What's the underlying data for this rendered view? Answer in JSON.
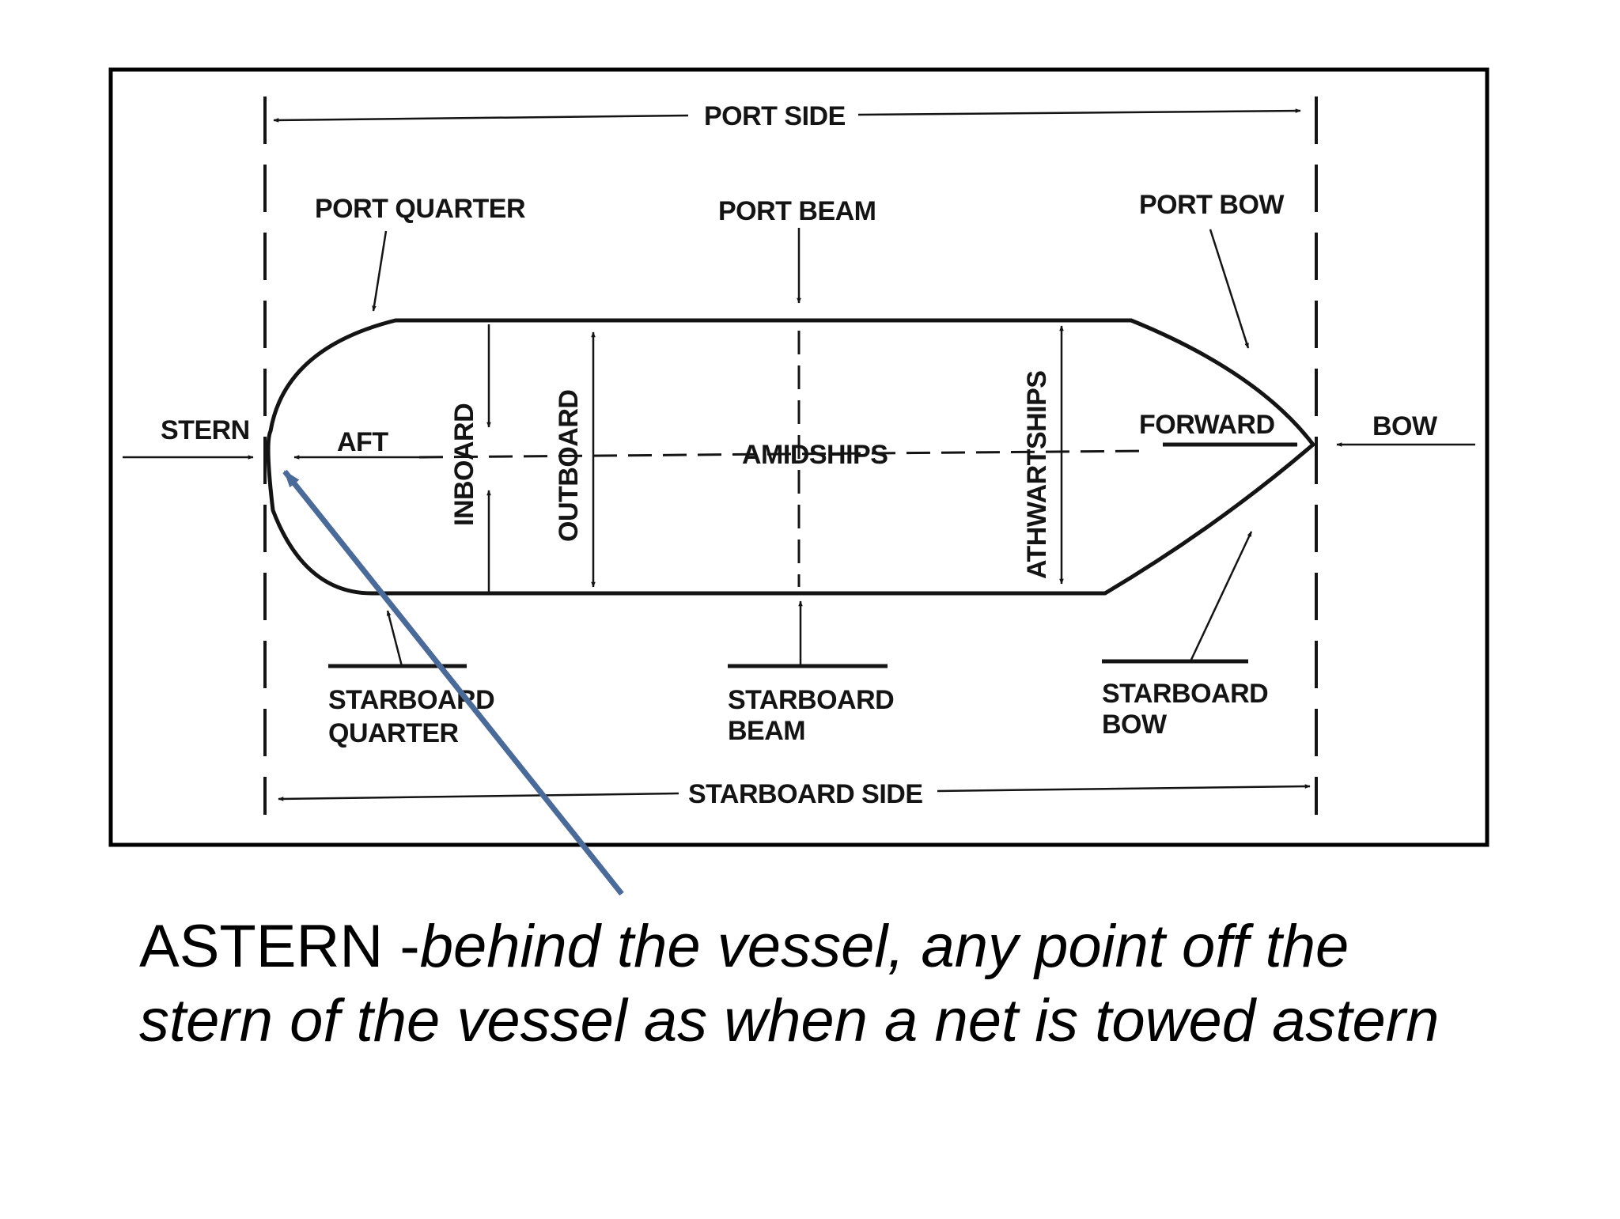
{
  "labels": {
    "port_side": "PORT SIDE",
    "port_quarter": "PORT QUARTER",
    "port_beam": "PORT BEAM",
    "port_bow": "PORT BOW",
    "stern": "STERN",
    "aft": "AFT",
    "inboard": "INBOARD",
    "outboard": "OUTBOARD",
    "amidships": "AMIDSHIPS",
    "athwartships": "ATHWARTSHIPS",
    "forward": "FORWARD",
    "bow": "BOW",
    "starboard_quarter_1": "STARBOARD",
    "starboard_quarter_2": "QUARTER",
    "starboard_beam_1": "STARBOARD",
    "starboard_beam_2": "BEAM",
    "starboard_bow_1": "STARBOARD",
    "starboard_bow_2": "BOW",
    "starboard_side": "STARBOARD SIDE"
  },
  "caption": {
    "term": "ASTERN -",
    "definition": "behind the vessel, any point off the stern of the vessel as when a net is towed astern"
  },
  "colors": {
    "pointer_arrow": "#4a6a9a",
    "lines": "#141414"
  }
}
